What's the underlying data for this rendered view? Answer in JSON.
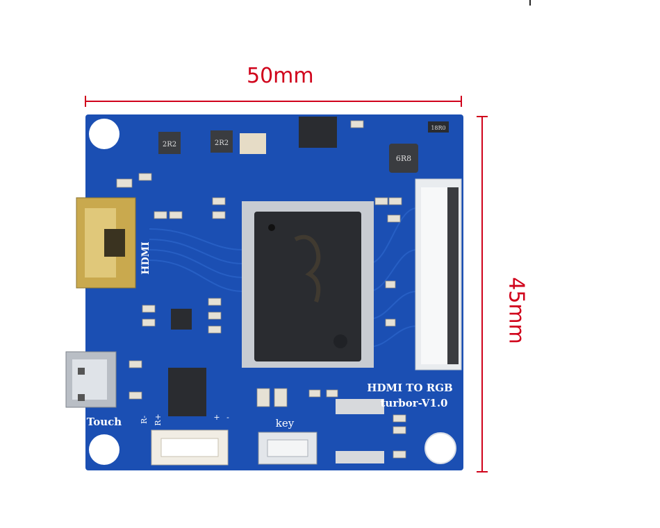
{
  "dimensions": {
    "width_label": "50mm",
    "height_label": "45mm"
  },
  "board": {
    "title_line1": "HDMI TO RGB",
    "title_line2": "turbor-V1.0",
    "hdmi_label": "HDMI",
    "touch_label": "Touch",
    "key_label": "key",
    "r_minus": "R-",
    "r_plus": "R+",
    "plus": "+",
    "minus": "-",
    "inductor_1": "2R2",
    "inductor_2": "2R2",
    "inductor_3": "6R8",
    "resistor_top": "18R0"
  },
  "colors": {
    "pcb": "#1b4fb3",
    "dimension": "#d0021b",
    "chip": "#2a2c30",
    "gold": "#c9a94e"
  }
}
